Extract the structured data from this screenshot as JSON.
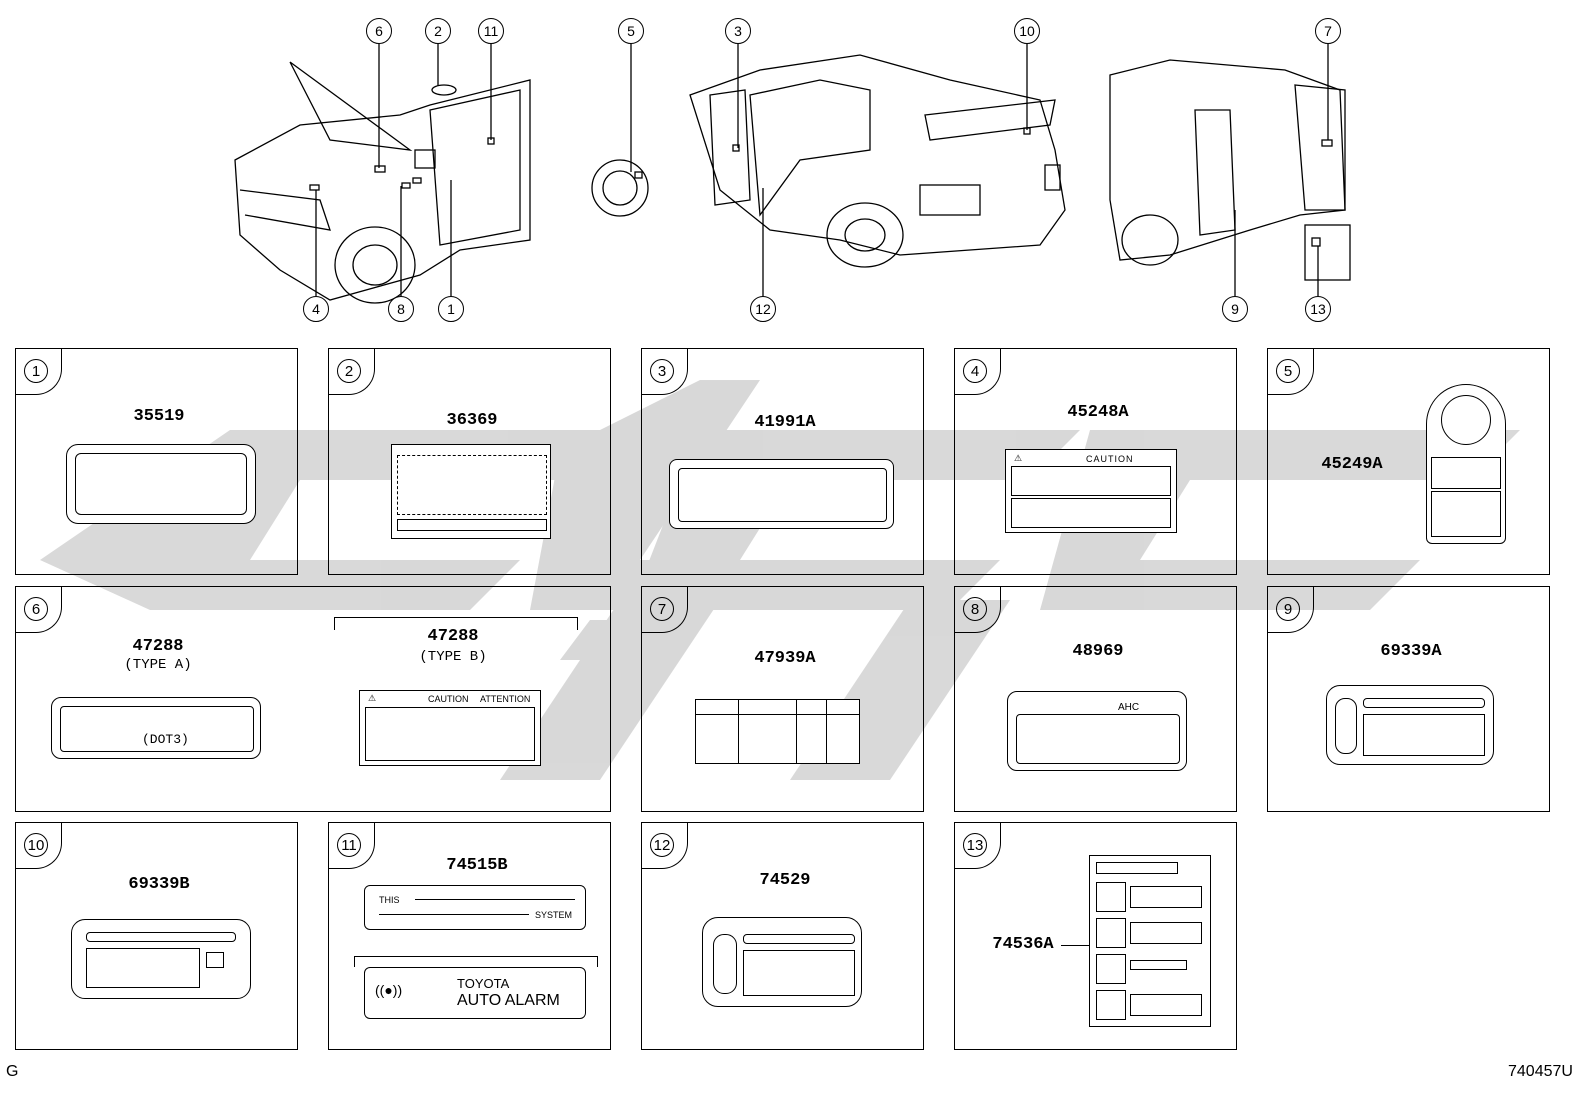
{
  "callouts_top": [
    "6",
    "2",
    "11",
    "5",
    "3",
    "10",
    "7",
    "4",
    "8",
    "1",
    "12",
    "9",
    "13"
  ],
  "cells": [
    {
      "num": "1",
      "part": "35519"
    },
    {
      "num": "2",
      "part": "36369"
    },
    {
      "num": "3",
      "part": "41991A"
    },
    {
      "num": "4",
      "part": "45248A",
      "caption_text": "CAUTION"
    },
    {
      "num": "5",
      "part": "45249A"
    },
    {
      "num": "6",
      "part_a": "47288",
      "type_a": "(TYPE A)",
      "dot": "(DOT3)",
      "part_b": "47288",
      "type_b": "(TYPE B)",
      "caution": "CAUTION",
      "attention": "ATTENTION"
    },
    {
      "num": "7",
      "part": "47939A"
    },
    {
      "num": "8",
      "part": "48969",
      "ahc": "AHC"
    },
    {
      "num": "9",
      "part": "69339A"
    },
    {
      "num": "10",
      "part": "69339B"
    },
    {
      "num": "11",
      "part": "74515B",
      "this": "THIS",
      "system": "SYSTEM",
      "brand1": "TOYOTA",
      "brand2": "AUTO ALARM"
    },
    {
      "num": "12",
      "part": "74529"
    },
    {
      "num": "13",
      "part": "74536A"
    }
  ],
  "footer": {
    "left": "G",
    "right": "740457U"
  },
  "watermark_color": "#cfcfcf"
}
